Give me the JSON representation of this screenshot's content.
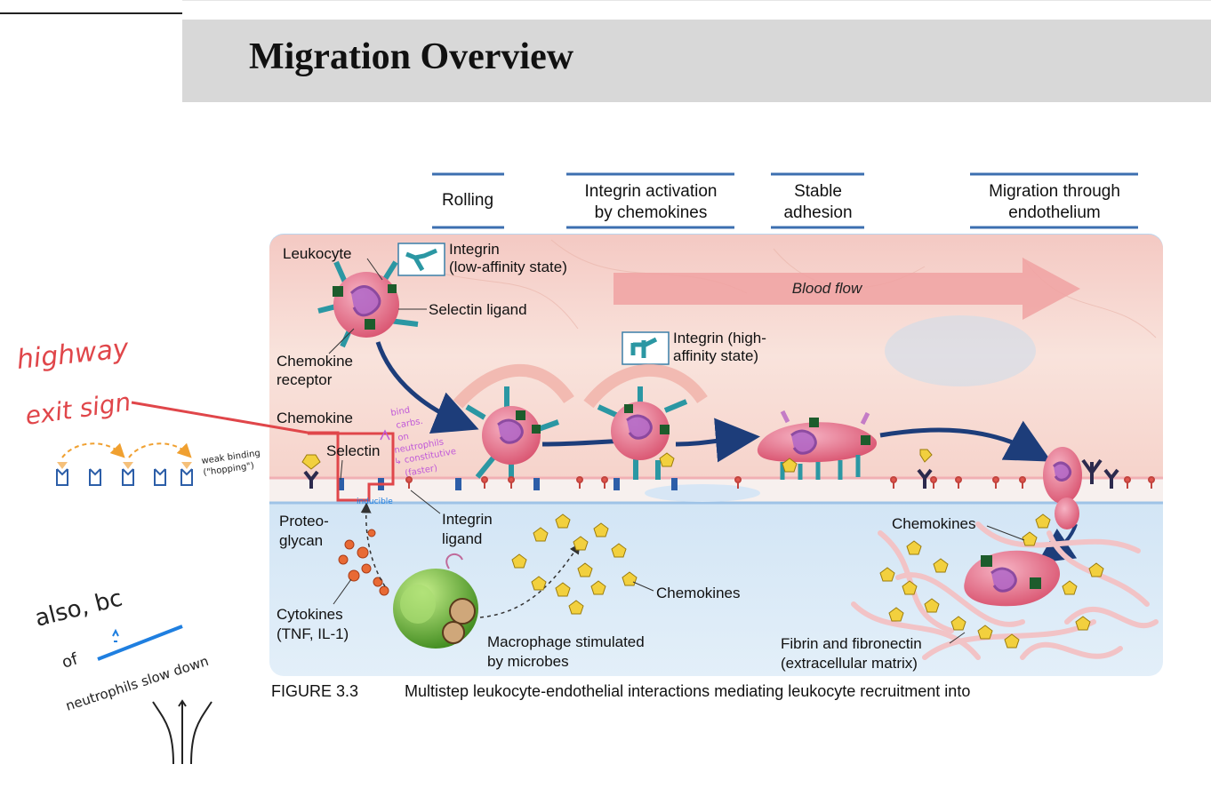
{
  "slide": {
    "title": "Migration Overview"
  },
  "figure": {
    "stages": [
      "Rolling",
      "Integrin activation",
      "by chemokines",
      "Stable",
      "adhesion",
      "Migration through",
      "endothelium"
    ],
    "labels": {
      "leukocyte": "Leukocyte",
      "integrin_low_1": "Integrin",
      "integrin_low_2": "(low-affinity state)",
      "selectin_ligand": "Selectin ligand",
      "blood_flow": "Blood flow",
      "integrin_high_1": "Integrin (high-",
      "integrin_high_2": "affinity state)",
      "chemokine_receptor_1": "Chemokine",
      "chemokine_receptor_2": "receptor",
      "chemokine": "Chemokine",
      "selectin": "Selectin",
      "proteoglycan_1": "Proteo-",
      "proteoglycan_2": "glycan",
      "integrin_ligand_1": "Integrin",
      "integrin_ligand_2": "ligand",
      "chemokines_right": "Chemokines",
      "chemokines_mid": "Chemokines",
      "cytokines_1": "Cytokines",
      "cytokines_2": "(TNF, IL-1)",
      "macrophage_1": "Macrophage stimulated",
      "macrophage_2": "by microbes",
      "fibrin_1": "Fibrin and fibronectin",
      "fibrin_2": "(extracellular matrix)"
    },
    "caption_label": "FIGURE 3.3",
    "caption_text": "Multistep leukocyte-endothelial interactions mediating leukocyte recruitment into"
  },
  "annotations": {
    "highway": "highway",
    "exit_sign": "exit sign",
    "weak_binding_1": "weak binding",
    "weak_binding_2": "(\"hopping\")",
    "bind": "bind",
    "carbs": "carbs.",
    "on": "on",
    "neutrophils": "neutrophils",
    "constitutive": "↳ constitutive",
    "faster": "(faster)",
    "inducible": "inducible",
    "also_bc": "also, bc",
    "of": "of",
    "slow_down": "neutrophils slow down"
  },
  "colors": {
    "title_bar": "#d8d8d8",
    "blood": "#f7d9d0",
    "tissue": "#cfe3f4",
    "red_annotation": "#e0464a",
    "blue_annotation": "#1f7fe0",
    "purple_annotation": "#c05ad8",
    "orange_annotation": "#f0a030",
    "arrow_navy": "#1d3d7a"
  }
}
